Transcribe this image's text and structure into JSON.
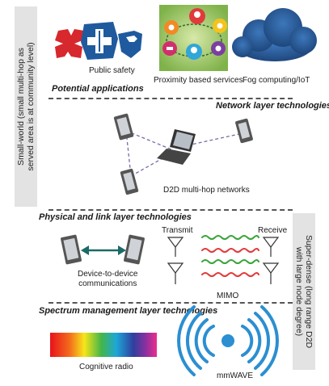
{
  "side_labels": {
    "left_line1": "Small-world (small multi-hop as",
    "left_line2": "served area is at community level)",
    "right_line1": "Super-dense (long range D2D",
    "right_line2": "with large node degree)"
  },
  "sections": {
    "applications": "Potential applications",
    "network": "Network layer technologies",
    "physical": "Physical and link layer technologies",
    "spectrum": "Spectrum management layer technologies"
  },
  "labels": {
    "public_safety": "Public safety",
    "proximity": "Proximity based services",
    "fog": "Fog computing/IoT",
    "d2d_multihop": "D2D multi-hop networks",
    "d2d_comm_line1": "Device-to-device",
    "d2d_comm_line2": "communications",
    "transmit": "Transmit",
    "receive": "Receive",
    "mimo": "MIMO",
    "cognitive": "Cognitive radio",
    "mmwave": "mmWAVE"
  },
  "colors": {
    "safety_red": "#d6282d",
    "safety_blue": "#1f5a9e",
    "cloud_blue": "#1d4f8c",
    "dash": "#555555",
    "side_panel": "#e3e3e3"
  }
}
